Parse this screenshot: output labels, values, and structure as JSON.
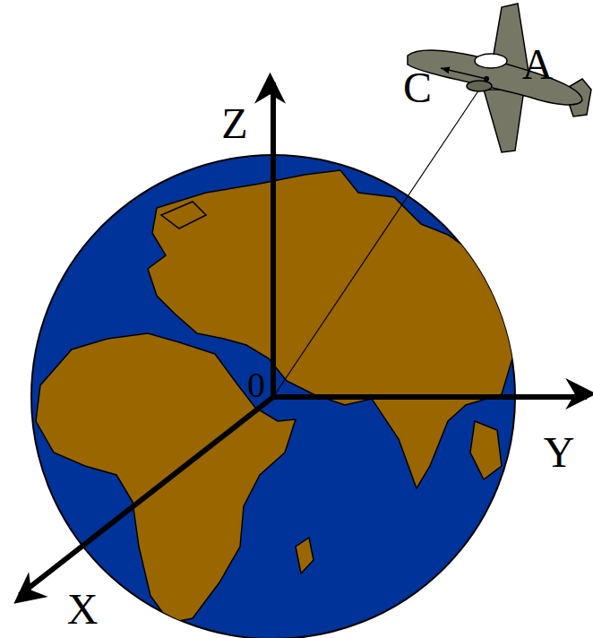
{
  "diagram": {
    "labels": [
      "A",
      "C",
      "Z",
      "0",
      "Y",
      "X"
    ]
  }
}
